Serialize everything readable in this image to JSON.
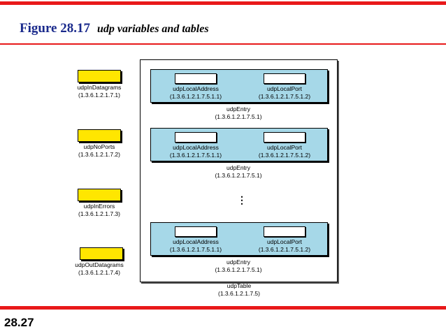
{
  "header": {
    "figure_number": "Figure 28.17",
    "caption": "udp variables and tables"
  },
  "slide_number": "28.27",
  "variables": [
    {
      "name": "udpInDatagrams",
      "oid": "(1.3.6.1.2.1.7.1)"
    },
    {
      "name": "udpNoPorts",
      "oid": "(1.3.6.1.2.1.7.2)"
    },
    {
      "name": "udpInErrors",
      "oid": "(1.3.6.1.2.1.7.3)"
    },
    {
      "name": "udpOutDatagrams",
      "oid": "(1.3.6.1.2.1.7.4)"
    }
  ],
  "table": {
    "name": "udpTable",
    "oid": "(1.3.6.1.2.1.7.5)",
    "ellipsis": "⋮",
    "entries": [
      {
        "name": "udpEntry",
        "oid": "(1.3.6.1.2.1.7.5.1)",
        "address_name": "udpLocalAddress",
        "address_oid": "(1.3.6.1.2.1.7.5.1.1)",
        "port_name": "udpLocalPort",
        "port_oid": "(1.3.6.1.2.1.7.5.1.2)"
      },
      {
        "name": "udpEntry",
        "oid": "(1.3.6.1.2.1.7.5.1)",
        "address_name": "udpLocalAddress",
        "address_oid": "(1.3.6.1.2.1.7.5.1.1)",
        "port_name": "udpLocalPort",
        "port_oid": "(1.3.6.1.2.1.7.5.1.2)"
      },
      {
        "name": "udpEntry",
        "oid": "(1.3.6.1.2.1.7.5.1)",
        "address_name": "udpLocalAddress",
        "address_oid": "(1.3.6.1.2.1.7.5.1.1)",
        "port_name": "udpLocalPort",
        "port_oid": "(1.3.6.1.2.1.7.5.1.2)"
      }
    ]
  },
  "colors": {
    "accent_red": "#e8191a",
    "title_blue": "#1a2a8c",
    "variable_yellow": "#ffe600",
    "entry_blue": "#a6d8e8"
  }
}
